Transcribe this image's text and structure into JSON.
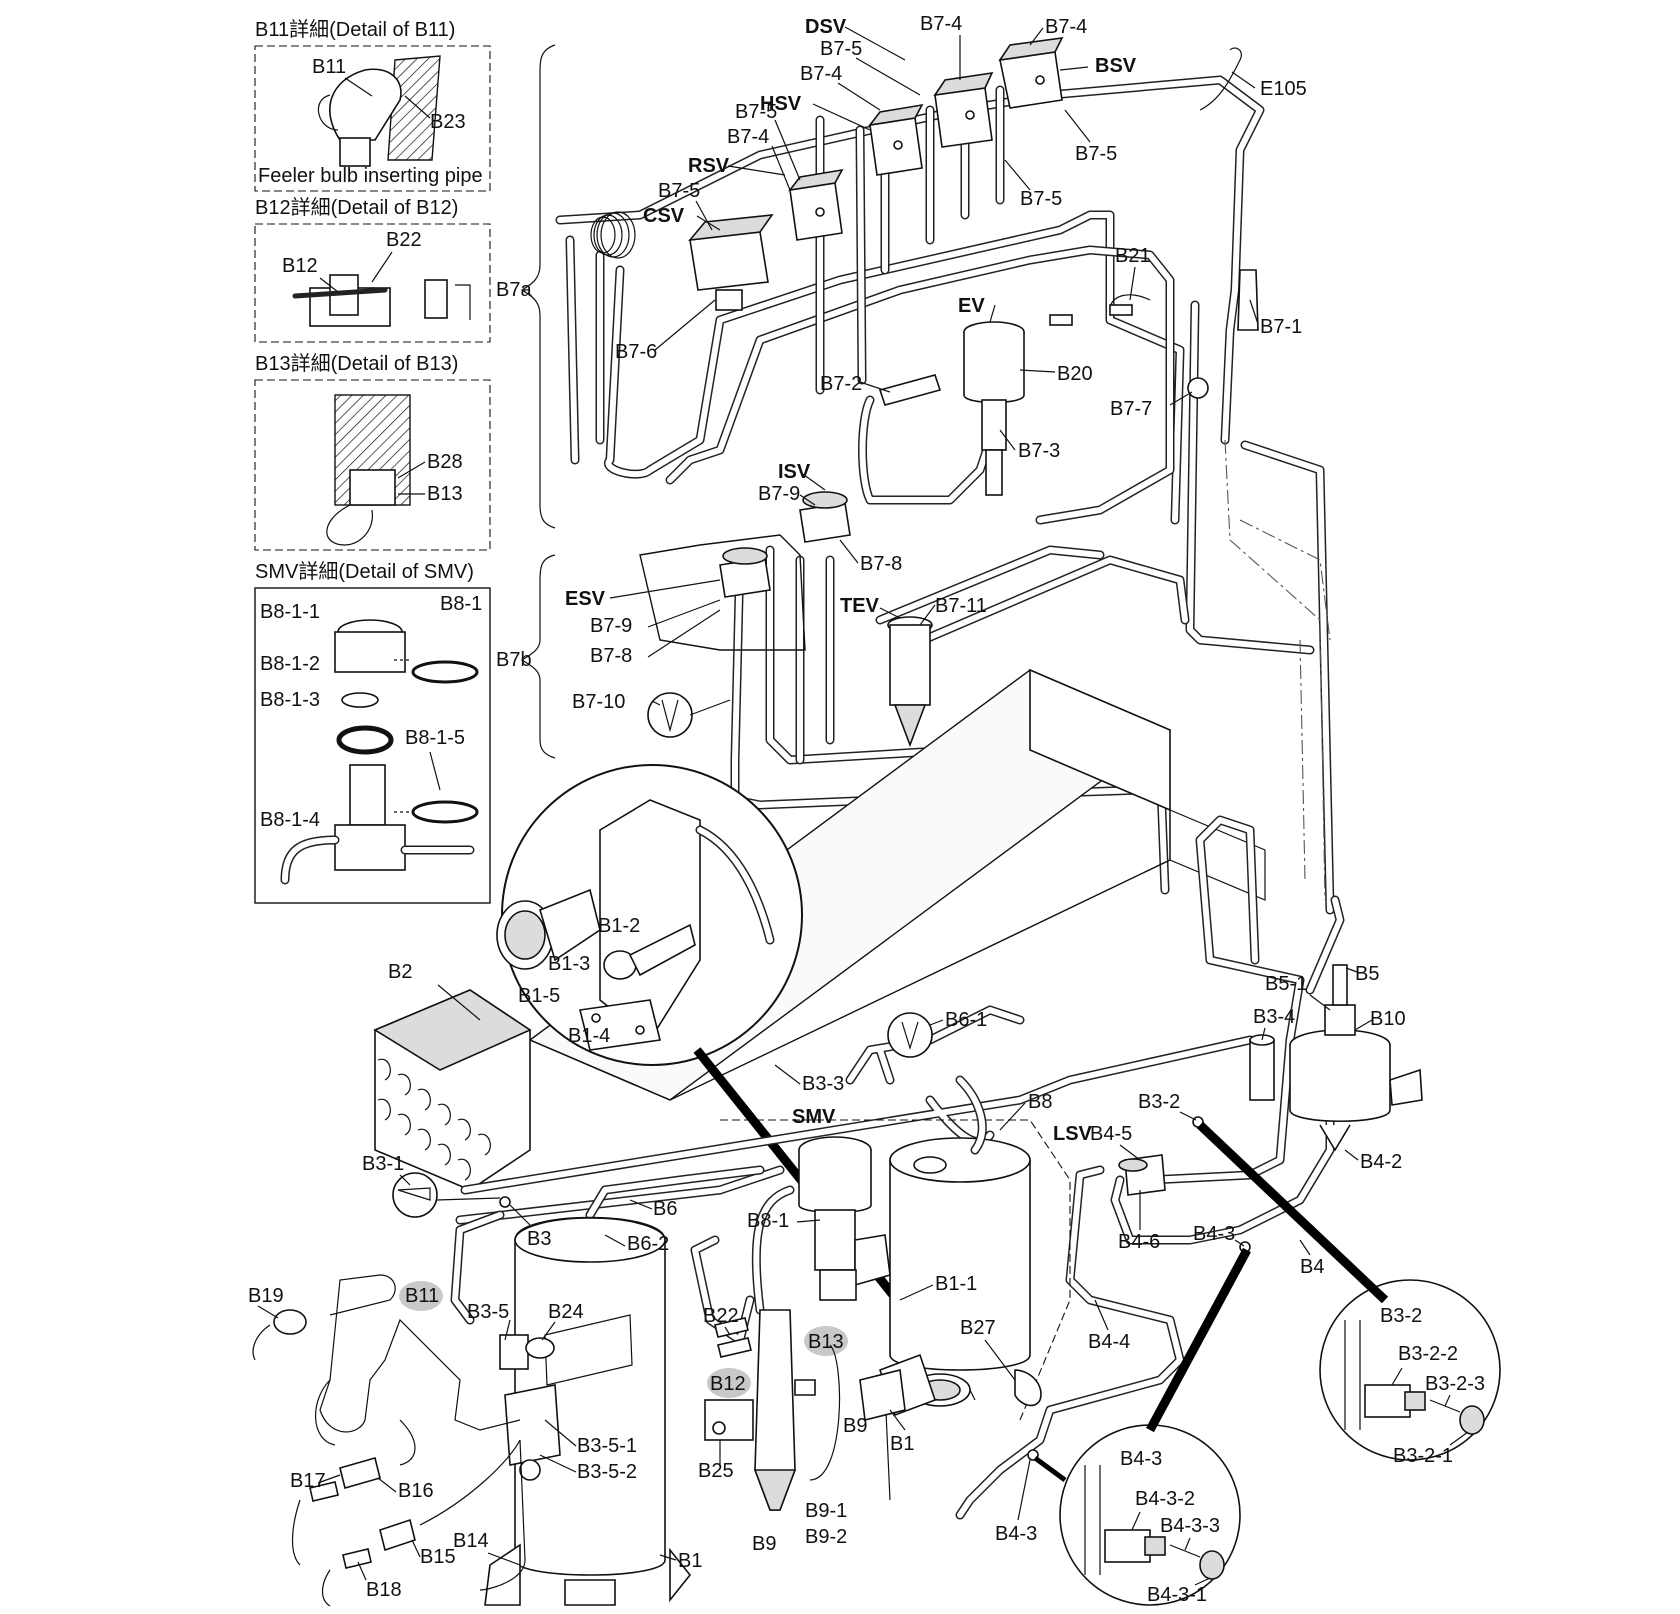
{
  "insets": {
    "b11": {
      "title": "B11詳細(Detail of B11)",
      "labels": [
        "B11",
        "B23"
      ],
      "caption": "Feeler bulb inserting pipe"
    },
    "b12": {
      "title": "B12詳細(Detail of B12)",
      "labels": [
        "B12",
        "B22"
      ]
    },
    "b13": {
      "title": "B13詳細(Detail of B13)",
      "labels": [
        "B28",
        "B13"
      ]
    },
    "smv": {
      "title": "SMV詳細(Detail of SMV)",
      "labels": [
        "B8-1-1",
        "B8-1",
        "B8-1-2",
        "B8-1-3",
        "B8-1-5",
        "B8-1-4"
      ]
    }
  },
  "groups": {
    "upper": "B7a",
    "lower": "B7b"
  },
  "valves": [
    "DSV",
    "HSV",
    "RSV",
    "CSV",
    "BSV",
    "EV",
    "ISV",
    "ESV",
    "TEV",
    "SMV",
    "LSV"
  ],
  "labels_b7": [
    "B7-4",
    "B7-4",
    "B7-5",
    "B7-4",
    "B7-5",
    "B7-4",
    "B7-5",
    "B7-5",
    "B7-5",
    "B7-1",
    "B7-2",
    "B7-3",
    "B7-6",
    "B7-7",
    "B7-9",
    "B7-8",
    "B7-9",
    "B7-8",
    "B7-10",
    "B7-11",
    "E105",
    "B21",
    "B20"
  ],
  "labels_comp": [
    "B1-2",
    "B1-3",
    "B1-5",
    "B1-4",
    "B2",
    "B3-3",
    "B6-1",
    "B3-1",
    "B3",
    "B6",
    "B6-2",
    "B8-1",
    "B8",
    "B1-1",
    "B27",
    "B1",
    "B3-5",
    "B24",
    "B22",
    "B13",
    "B12",
    "B25",
    "B9",
    "B9-1",
    "B9-2",
    "B3-5-1",
    "B3-5-2",
    "B19",
    "B11",
    "B17",
    "B16",
    "B15",
    "B14",
    "B18",
    "B1",
    "B9"
  ],
  "labels_right": [
    "B5",
    "B5-1",
    "B10",
    "B3-4",
    "B3-2",
    "B4-5",
    "B4-2",
    "B4-6",
    "B4-3",
    "B4",
    "B4-4",
    "B4-3"
  ],
  "detail_b32": {
    "title": "B3-2",
    "labels": [
      "B3-2-2",
      "B3-2-3",
      "B3-2-1"
    ]
  },
  "detail_b43": {
    "title": "B4-3",
    "labels": [
      "B4-3-2",
      "B4-3-3",
      "B4-3-1"
    ]
  }
}
